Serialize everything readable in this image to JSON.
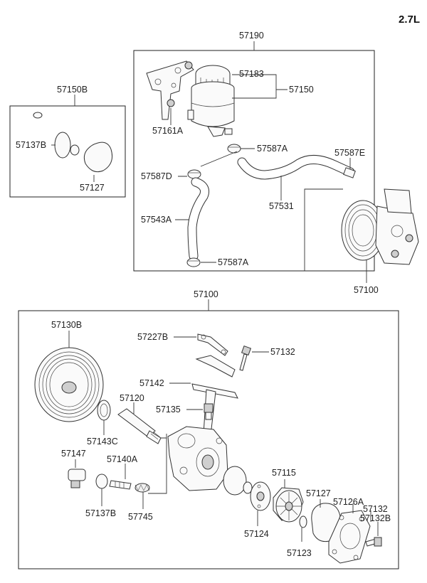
{
  "engine_label": "2.7L",
  "labels": {
    "p57190": "57190",
    "p57183": "57183",
    "p57150": "57150",
    "p57161A": "57161A",
    "p57587A_top": "57587A",
    "p57587E": "57587E",
    "p57587D": "57587D",
    "p57531": "57531",
    "p57543A": "57543A",
    "p57587A_bottom": "57587A",
    "p57100_top": "57100",
    "p57150B": "57150B",
    "p57137B_kit": "57137B",
    "p57127_kit": "57127",
    "p57100_box": "57100",
    "p57130B": "57130B",
    "p57227B": "57227B",
    "p57132_top": "57132",
    "p57142": "57142",
    "p57120": "57120",
    "p57135": "57135",
    "p57143C": "57143C",
    "p57147": "57147",
    "p57140A": "57140A",
    "p57137B": "57137B",
    "p57745": "57745",
    "p57115": "57115",
    "p57127": "57127",
    "p57126A": "57126A",
    "p57132": "57132",
    "p57132B": "57132B",
    "p57124": "57124",
    "p57123": "57123"
  }
}
